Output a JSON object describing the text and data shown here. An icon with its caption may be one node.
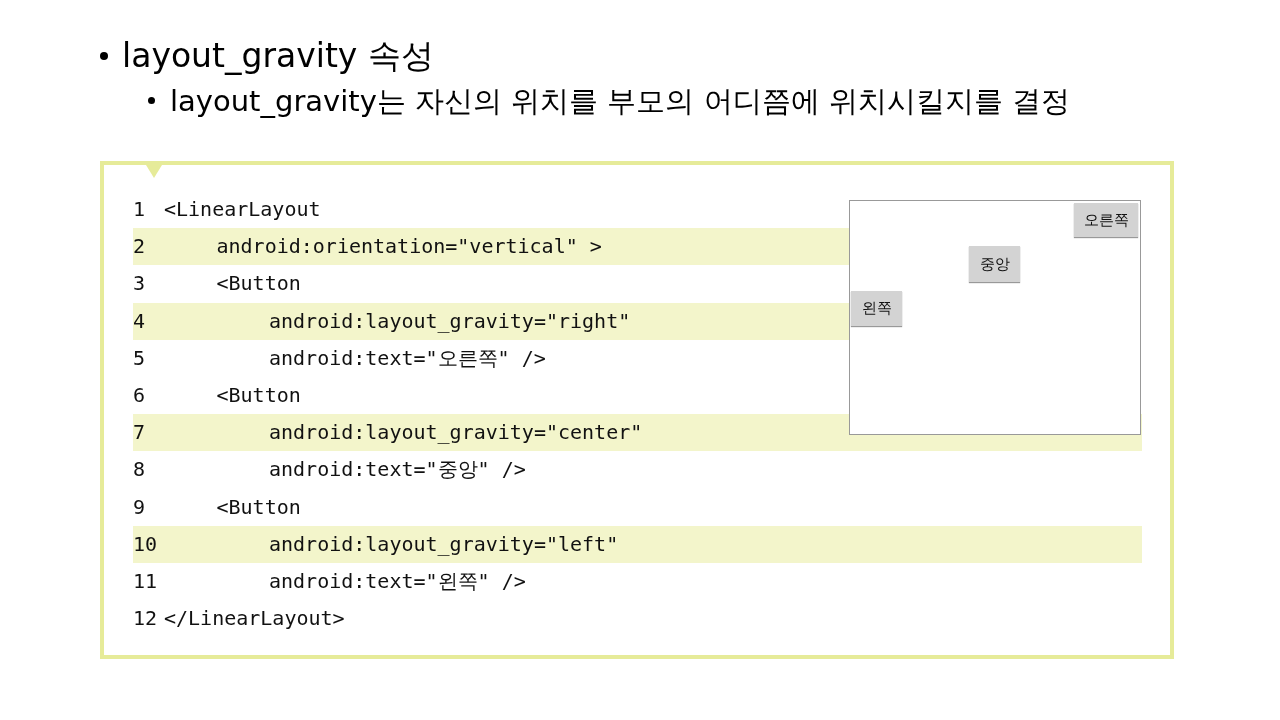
{
  "diagram": {
    "title": "layout_gravity 속성",
    "nodes": [
      {
        "text": [],
        "shape": "box"
      },
      {
        "text": [],
        "shape": "box",
        "in": 0
      },
      {
        "text": [
          "오른쪽"
        ],
        "in": 1
      },
      {
        "text": [
          "중앙"
        ],
        "in": 1
      },
      {
        "text": [
          "왼쪽"
        ],
        "in": 1
      }
    ],
    "labels": [
      "layout_gravity는 자신의 위치를 부모의 어디쯤에 위치시킬지를 결정",
      "1",
      "<LinearLayout",
      "2",
      "android:orientation=\"vertical\" >",
      "3",
      "<Button",
      "4",
      "android:layout_gravity=\"right\"",
      "5",
      "android:text=\"오른쪽\" />",
      "6",
      "<Button",
      "7",
      "android:layout_gravity=\"center\"",
      "8",
      "android:text=\"중앙\" />",
      "9",
      "<Button",
      "10",
      "android:layout_gravity=\"left\"",
      "11",
      "android:text=\"왼쪽\" />",
      "12",
      "</LinearLayout>"
    ]
  }
}
